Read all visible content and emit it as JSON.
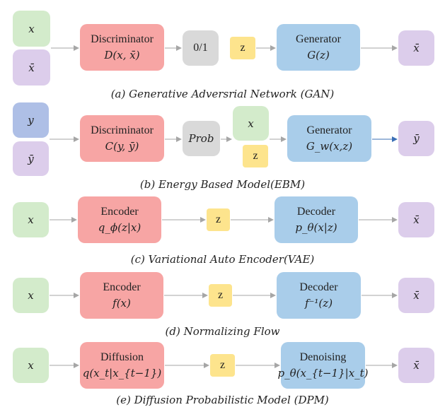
{
  "panels": {
    "a": {
      "caption": "(a) Generative Adversrial Network (GAN)",
      "input_x": "x",
      "input_xbar": "x̄",
      "disc_title": "Discriminator",
      "disc_formula": "D(x, x̄)",
      "output": "0/1",
      "latent": "z",
      "gen_title": "Generator",
      "gen_formula": "G(z)",
      "result": "x̄"
    },
    "b": {
      "caption": "(b) Energy Based Model(EBM)",
      "input_y": "y",
      "input_ybar": "ȳ",
      "disc_title": "Discriminator",
      "disc_formula": "C(y, ȳ)",
      "output": "Prob",
      "cond_x": "x",
      "latent": "z",
      "gen_title": "Generator",
      "gen_formula": "G_w(x,z)",
      "result": "ȳ"
    },
    "c": {
      "caption": "(c) Variational Auto Encoder(VAE)",
      "input": "x",
      "enc_title": "Encoder",
      "enc_formula": "q_ϕ(z|x)",
      "latent": "z",
      "dec_title": "Decoder",
      "dec_formula": "p_θ(x|z)",
      "result": "x̄"
    },
    "d": {
      "caption": "(d) Normalizing Flow",
      "input": "x",
      "enc_title": "Encoder",
      "enc_formula": "f(x)",
      "latent": "z",
      "dec_title": "Decoder",
      "dec_formula": "f⁻¹(z)",
      "result": "x̄"
    },
    "e": {
      "caption": "(e) Diffusion Probabilistic Model (DPM)",
      "input": "x",
      "enc_title": "Diffusion",
      "enc_formula": "q(x_t|x_{t−1})",
      "latent": "z",
      "dec_title": "Denoising",
      "dec_formula": "p_θ(x_{t−1}|x_t)",
      "result": "x̄"
    }
  },
  "colors": {
    "input": "#d3ebcb",
    "output_sample": "#dccdeb",
    "generator": "#a9cdea",
    "discriminator": "#f7a5a4",
    "latent": "#fde48d",
    "decision": "#d9d9d9",
    "condition": "#aebfe6",
    "arrow": "#a6a6a6",
    "arrow_blue": "#3b6fb6"
  }
}
